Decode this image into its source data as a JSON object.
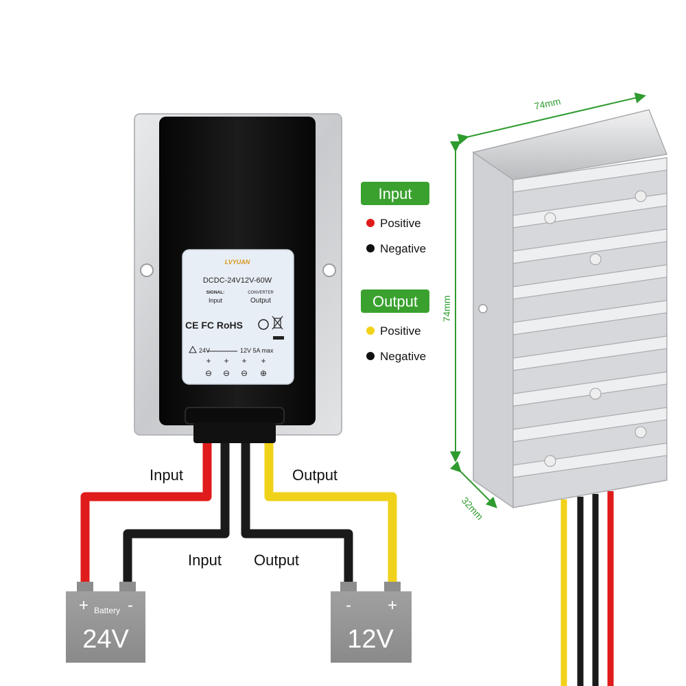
{
  "label": {
    "brand": "LVYUAN",
    "model": "DCDC-24V12V-60W",
    "signal": "SIGNAL:",
    "input": "Input",
    "converter": "CONVERTER",
    "output": "Output",
    "marks": "CE FC RoHS",
    "input_voltage": "24V",
    "output_rating": "12V  5A max",
    "terminal_signs": [
      "⊖",
      "⊖",
      "⊖",
      "⊕"
    ],
    "terminal_top": [
      "+",
      "+",
      "+",
      "+"
    ]
  },
  "legend": {
    "input_title": "Input",
    "output_title": "Output",
    "input_items": [
      {
        "color": "#e01b1b",
        "text": "Positive"
      },
      {
        "color": "#111111",
        "text": "Negative"
      }
    ],
    "output_items": [
      {
        "color": "#f0d21a",
        "text": "Positive"
      },
      {
        "color": "#111111",
        "text": "Negative"
      }
    ]
  },
  "wires": {
    "input_top": "Input",
    "input_bottom": "Input",
    "output_top": "Output",
    "output_bottom": "Output",
    "colors": {
      "red": "#e01b1b",
      "black": "#1a1a1a",
      "yellow": "#f0d21a"
    }
  },
  "batteries": {
    "left": {
      "plus": "+",
      "minus": "-",
      "name": "Battery",
      "voltage": "24V"
    },
    "right": {
      "plus": "+",
      "minus": "-",
      "voltage": "12V"
    }
  },
  "dimensions": {
    "width": "74mm",
    "height": "74mm",
    "depth": "32mm"
  }
}
